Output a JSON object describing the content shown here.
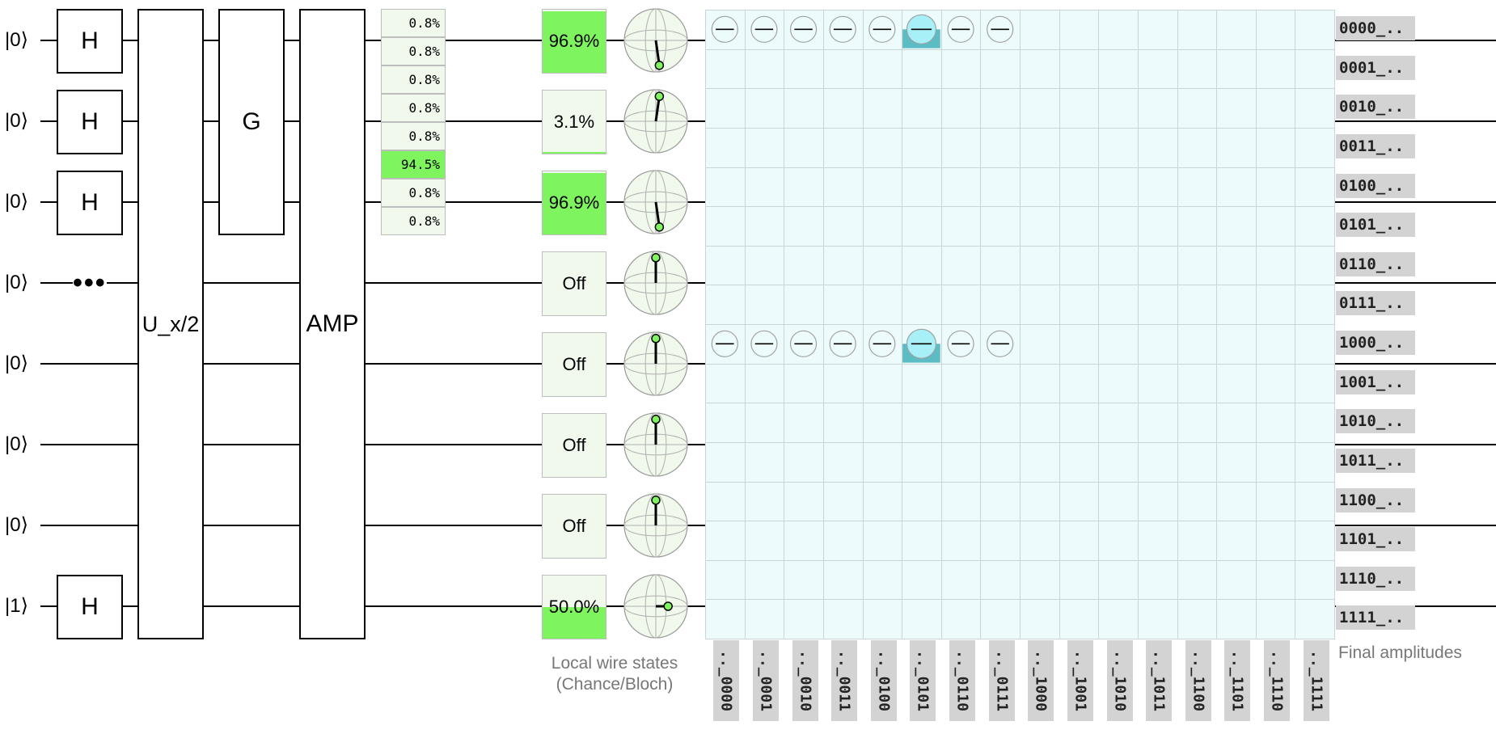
{
  "wires": {
    "inputs": [
      "|0⟩",
      "|0⟩",
      "|0⟩",
      "|0⟩",
      "|0⟩",
      "|0⟩",
      "|0⟩",
      "|1⟩"
    ]
  },
  "gates": {
    "h_label": "H",
    "ellipsis": "•••",
    "oracle_label": "U_x/2",
    "grover_label": "G",
    "amp_label": "AMP"
  },
  "display_column": {
    "values": [
      "0.8%",
      "0.8%",
      "0.8%",
      "0.8%",
      "0.8%",
      "94.5%",
      "0.8%",
      "0.8%"
    ],
    "highlight_index": 5
  },
  "local_states": {
    "chances": [
      {
        "label": "96.9%",
        "fill": 0.969
      },
      {
        "label": "3.1%",
        "fill": 0.031
      },
      {
        "label": "96.9%",
        "fill": 0.969
      },
      {
        "label": "Off",
        "fill": 0
      },
      {
        "label": "Off",
        "fill": 0
      },
      {
        "label": "Off",
        "fill": 0
      },
      {
        "label": "Off",
        "fill": 0
      },
      {
        "label": "50.0%",
        "fill": 0.5
      }
    ],
    "bloch": [
      {
        "theta": 0.95,
        "phi": 0.1
      },
      {
        "theta": 0.05,
        "phi": 0.1
      },
      {
        "theta": 0.95,
        "phi": 0.1
      },
      {
        "theta": 0.0,
        "phi": 0.0
      },
      {
        "theta": 0.0,
        "phi": 0.0
      },
      {
        "theta": 0.0,
        "phi": 0.0
      },
      {
        "theta": 0.0,
        "phi": 0.0
      },
      {
        "theta": 0.5,
        "phi": 1.0
      }
    ],
    "caption_line1": "Local wire states",
    "caption_line2": "(Chance/Bloch)"
  },
  "amplitudes": {
    "row_labels": [
      "0000_..",
      "0001_..",
      "0010_..",
      "0011_..",
      "0100_..",
      "0101_..",
      "0110_..",
      "0111_..",
      "1000_..",
      "1001_..",
      "1010_..",
      "1011_..",
      "1100_..",
      "1101_..",
      "1110_..",
      "1111_.."
    ],
    "col_labels": [
      ".._0000",
      ".._0001",
      ".._0010",
      ".._0011",
      ".._0100",
      ".._0101",
      ".._0110",
      ".._0111",
      ".._1000",
      ".._1001",
      ".._1010",
      ".._1011",
      ".._1100",
      ".._1101",
      ".._1110",
      ".._1111"
    ],
    "active_rows": [
      0,
      8
    ],
    "active_cols": 8,
    "peak_col": 5,
    "caption": "Final amplitudes"
  },
  "colors": {
    "probability_fill": "#7ef45e",
    "display_bg": "#f1f8ec",
    "amplitude_bg": "#eefbfc",
    "peak_circle": "#a8f0f8",
    "peak_box": "#5bbcc4"
  }
}
